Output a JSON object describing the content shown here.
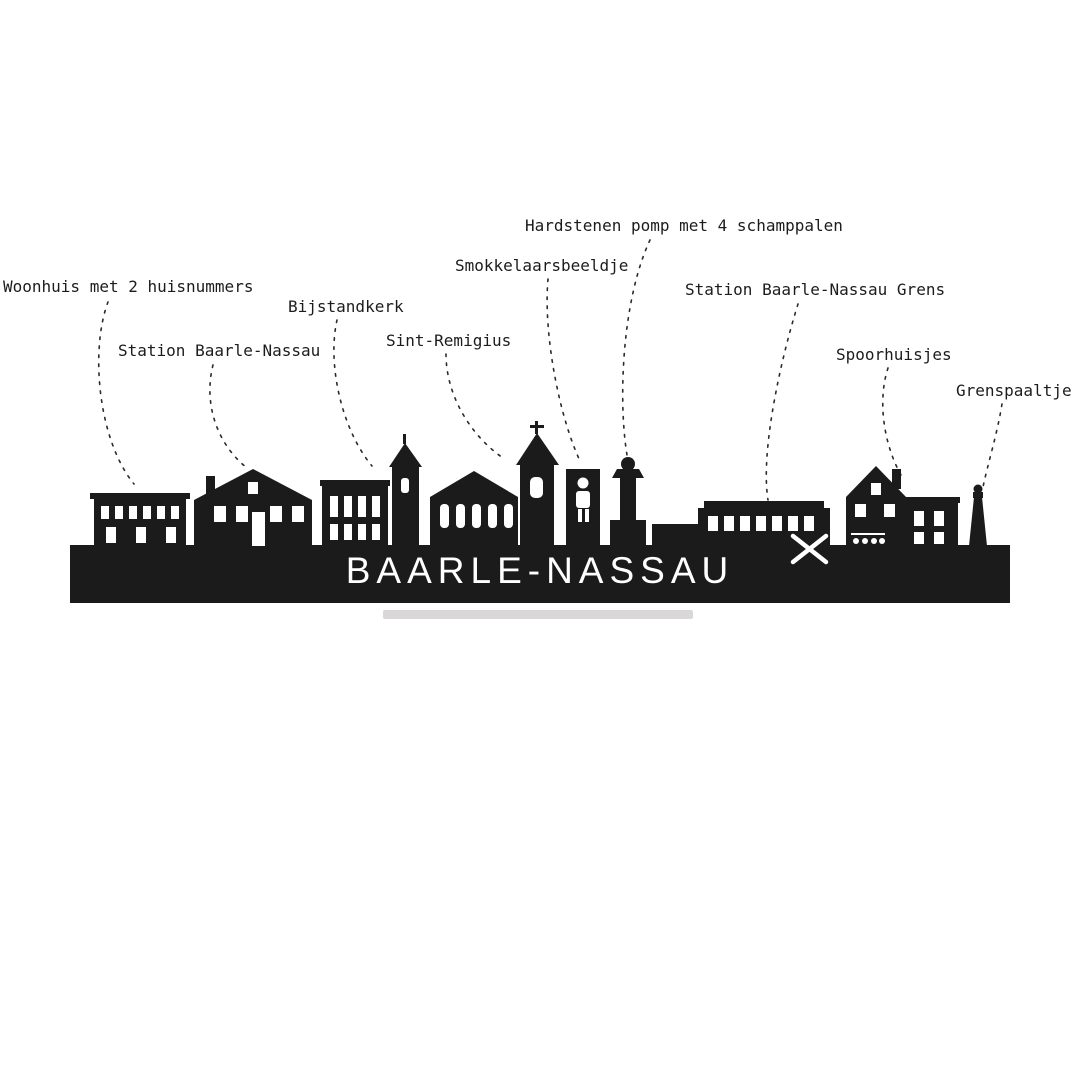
{
  "title": "BAARLE-NASSAU",
  "labels": [
    {
      "id": "woonhuis",
      "text": "Woonhuis met 2 huisnummers"
    },
    {
      "id": "station-bn",
      "text": "Station Baarle-Nassau"
    },
    {
      "id": "bijstandkerk",
      "text": "Bijstandkerk"
    },
    {
      "id": "sint-remigius",
      "text": "Sint-Remigius"
    },
    {
      "id": "smokkelaars",
      "text": "Smokkelaarsbeeldje"
    },
    {
      "id": "hardstenen-pomp",
      "text": "Hardstenen pomp met 4 schamppalen"
    },
    {
      "id": "station-grens",
      "text": "Station Baarle-Nassau Grens"
    },
    {
      "id": "spoorhuisjes",
      "text": "Spoorhuisjes"
    },
    {
      "id": "grenspaaltje",
      "text": "Grenspaaltje"
    }
  ],
  "colors": {
    "background": "#ffffff",
    "silhouette": "#1b1b1b",
    "leader": "#2a2a2a",
    "labeltext": "#1c1c1c",
    "stand": "#d9d7d7"
  }
}
